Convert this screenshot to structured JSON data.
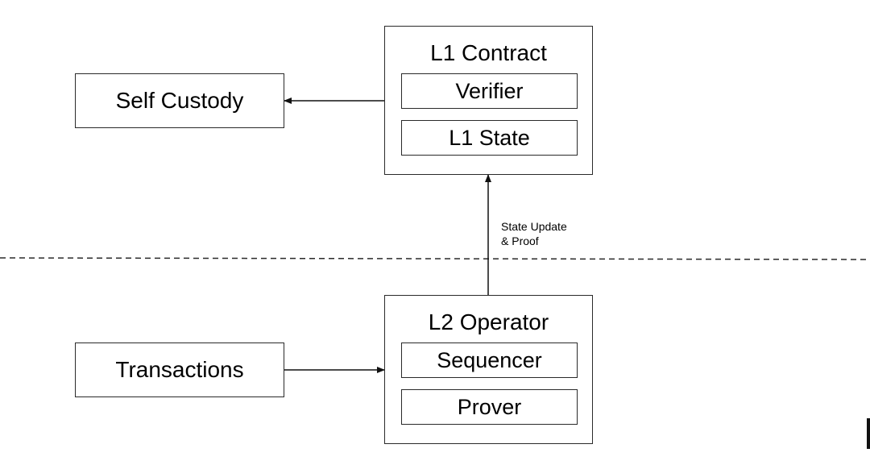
{
  "nodes": {
    "self_custody": {
      "label": "Self Custody"
    },
    "l1_contract": {
      "title": "L1 Contract",
      "components": [
        "Verifier",
        "L1 State"
      ]
    },
    "transactions": {
      "label": "Transactions"
    },
    "l2_operator": {
      "title": "L2 Operator",
      "components": [
        "Sequencer",
        "Prover"
      ]
    }
  },
  "edges": {
    "l2_to_l1": {
      "label_line1": "State Update",
      "label_line2": "& Proof"
    }
  },
  "colors": {
    "stroke": "#2a2a2a",
    "text": "#000000",
    "background": "#ffffff"
  }
}
